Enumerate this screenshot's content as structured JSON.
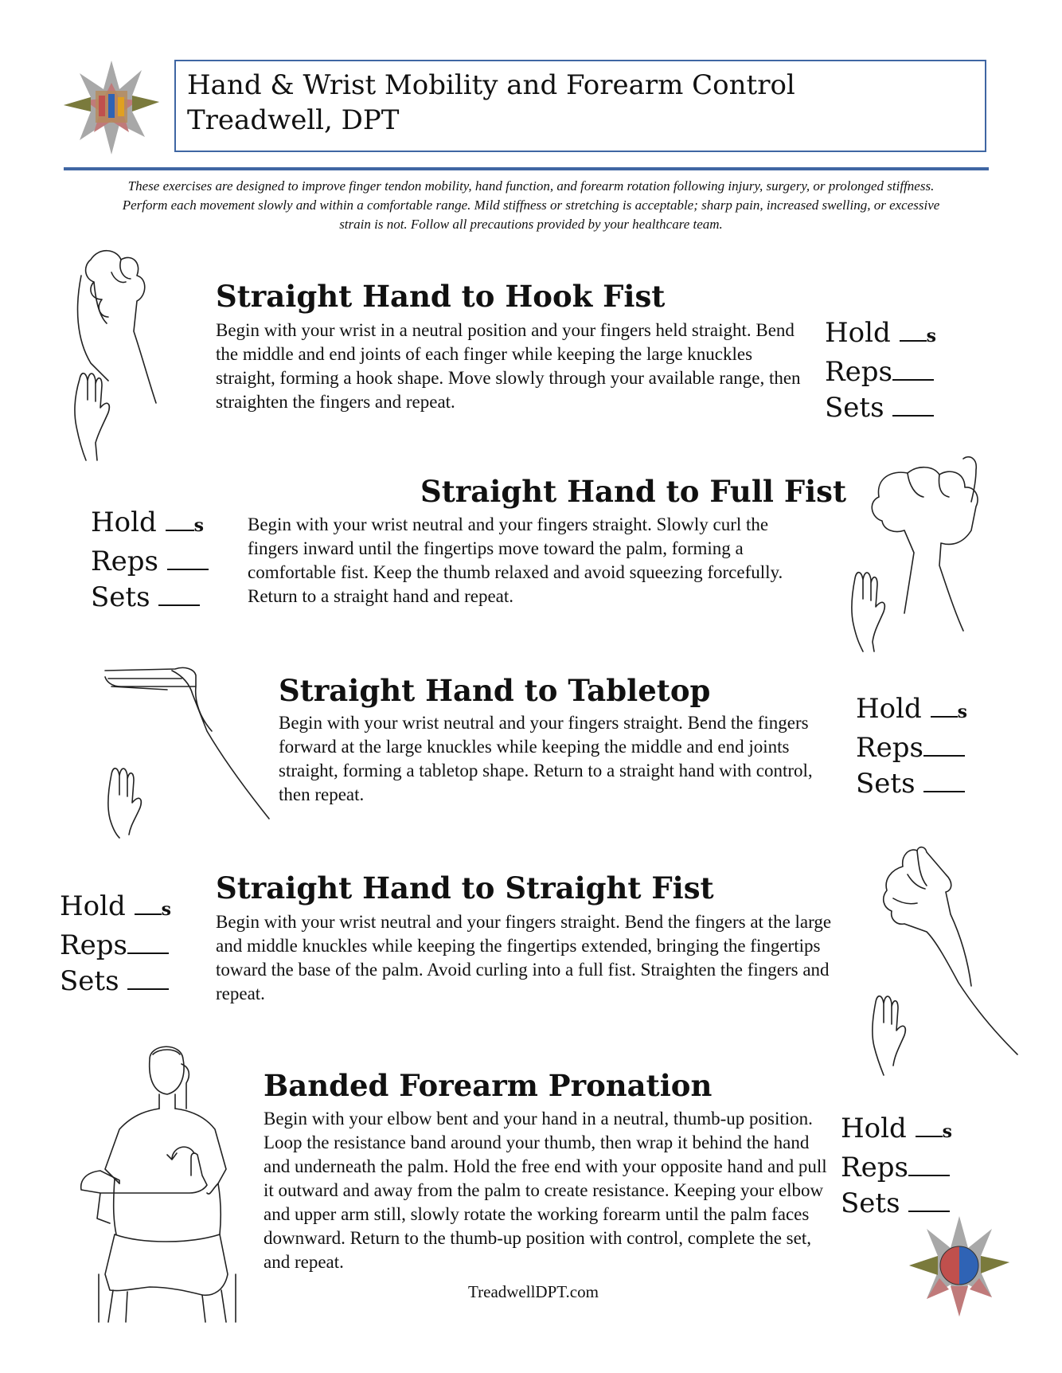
{
  "header": {
    "title_line1": "Hand  & Wrist Mobility and Forearm Control",
    "title_line2": "Treadwell, DPT"
  },
  "intro": "These exercises are designed to improve finger tendon mobility, hand function, and forearm rotation following injury, surgery, or prolonged stiffness. Perform each movement slowly and within a comfortable range. Mild stiffness or stretching is acceptable; sharp pain, increased swelling, or excessive strain is not. Follow all precautions provided by your healthcare team.",
  "labels": {
    "hold": "Hold",
    "reps": "Reps",
    "sets": "Sets",
    "seconds_unit": "s"
  },
  "exercises": [
    {
      "title": "Straight Hand to Hook Fist",
      "description": "Begin with your wrist in a neutral position and your fingers held straight. Bend the middle and end joints of each finger while keeping the large knuckles straight, forming a hook shape. Move slowly through your available range, then straighten the fingers and repeat."
    },
    {
      "title": "Straight Hand to Full Fist",
      "description": "Begin with your wrist neutral and your fingers straight. Slowly curl the fingers inward until the fingertips move toward the palm, forming a comfortable fist. Keep the thumb relaxed and avoid squeezing forcefully. Return to a straight hand and repeat."
    },
    {
      "title": "Straight Hand to Tabletop",
      "description": "Begin with your wrist neutral and your fingers straight. Bend the fingers forward at the large knuckles while keeping the middle and end joints straight, forming a tabletop shape. Return to a straight hand with control, then repeat."
    },
    {
      "title": "Straight Hand to Straight Fist",
      "description": "Begin with your wrist neutral and your fingers straight. Bend the fingers at the large and middle knuckles while keeping the fingertips extended, bringing the fingertips toward the base of the palm. Avoid curling into a full fist. Straighten the fingers and repeat."
    },
    {
      "title": "Banded Forearm Pronation",
      "description": "Begin with your elbow bent and your hand in a neutral, thumb-up position. Loop the resistance band around your thumb, then wrap it behind the hand and underneath the palm. Hold the free end with your opposite hand and pull it outward and away from the palm to create resistance. Keeping your elbow and upper arm still, slowly rotate the working forearm until the palm faces downward. Return to the thumb-up position with control, complete the set, and repeat."
    }
  ],
  "footer": "TreadwellDPT.com",
  "colors": {
    "accent_blue": "#3f66a3",
    "star_grey": "#a8a8a8",
    "star_olive": "#7a7a3c",
    "star_rose": "#c07a7a",
    "dot_blue": "#2f63b5",
    "dot_red": "#c0504d"
  },
  "icons": {
    "logo": "star-logo-icon",
    "footer_logo": "star-logo-icon"
  }
}
